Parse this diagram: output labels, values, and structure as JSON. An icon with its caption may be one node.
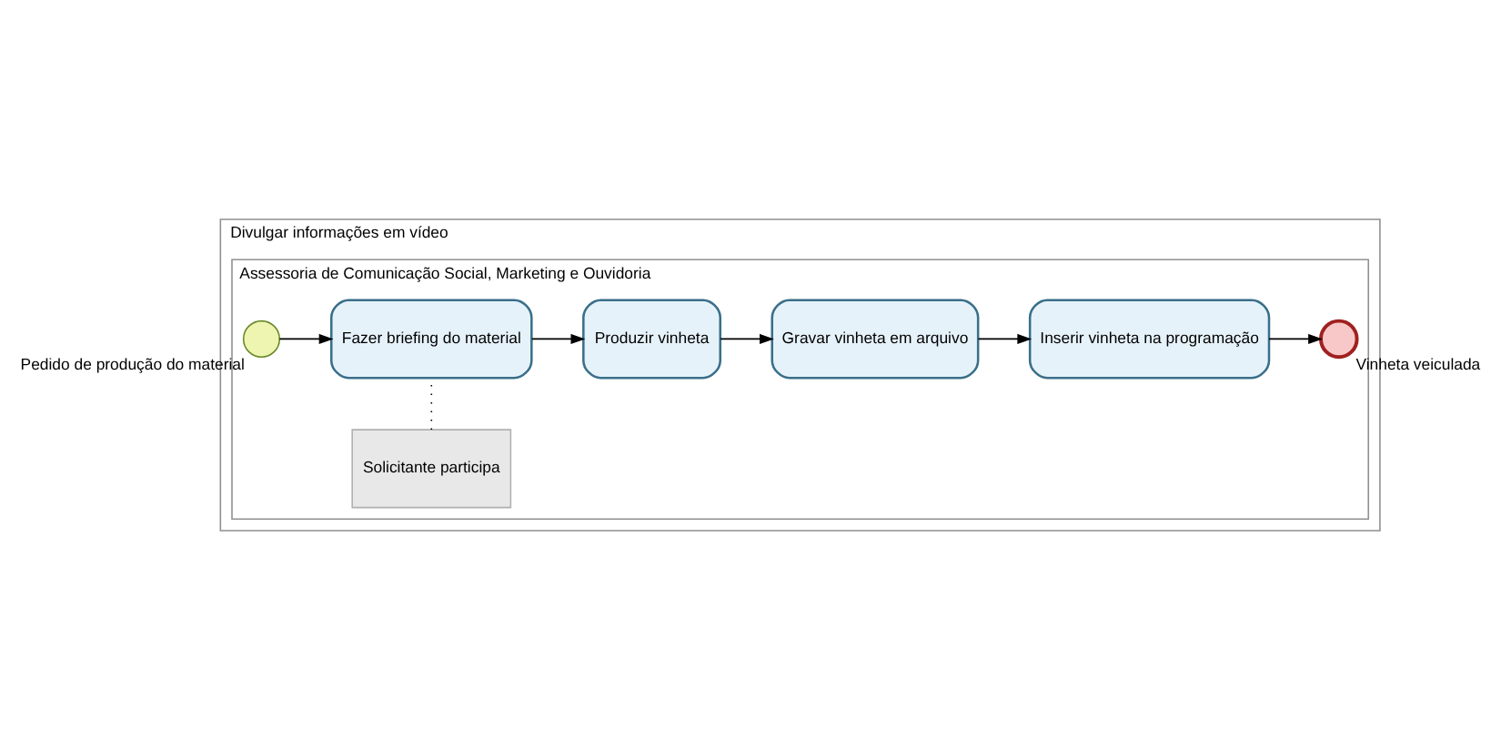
{
  "diagram": {
    "nodes": [
      {
        "text": [
          "Divulgar informações em vídeo"
        ]
      },
      {
        "text": [
          "Assessoria de Comunicação Social, Marketing e Ouvidoria"
        ],
        "in": 0
      },
      {
        "text": [],
        "shape": "circle",
        "beside": [
          "Pedido de produção do material"
        ],
        "in": 1
      },
      {
        "text": [
          "Solicitante participa"
        ],
        "in": 1
      },
      {
        "text": [
          "Fazer briefing do material"
        ],
        "in": 1
      },
      {
        "text": [
          "Produzir vinheta"
        ],
        "in": 1
      },
      {
        "text": [
          "Gravar vinheta em arquivo"
        ],
        "in": 1
      },
      {
        "text": [
          "Inserir vinheta na programação"
        ],
        "in": 1
      },
      {
        "text": [],
        "shape": "circle",
        "beside": [
          "Vinheta veiculada"
        ],
        "in": 1
      }
    ],
    "edges": [
      {
        "from": 2,
        "to": 4,
        "arrow": "to"
      },
      {
        "from": 3,
        "to": 4,
        "arrow": "none",
        "style": "dashed"
      },
      {
        "from": 4,
        "to": 5,
        "arrow": "to"
      },
      {
        "from": 5,
        "to": 6,
        "arrow": "to"
      },
      {
        "from": 6,
        "to": 7,
        "arrow": "to"
      },
      {
        "from": 7,
        "to": 8,
        "arrow": "to"
      }
    ]
  }
}
